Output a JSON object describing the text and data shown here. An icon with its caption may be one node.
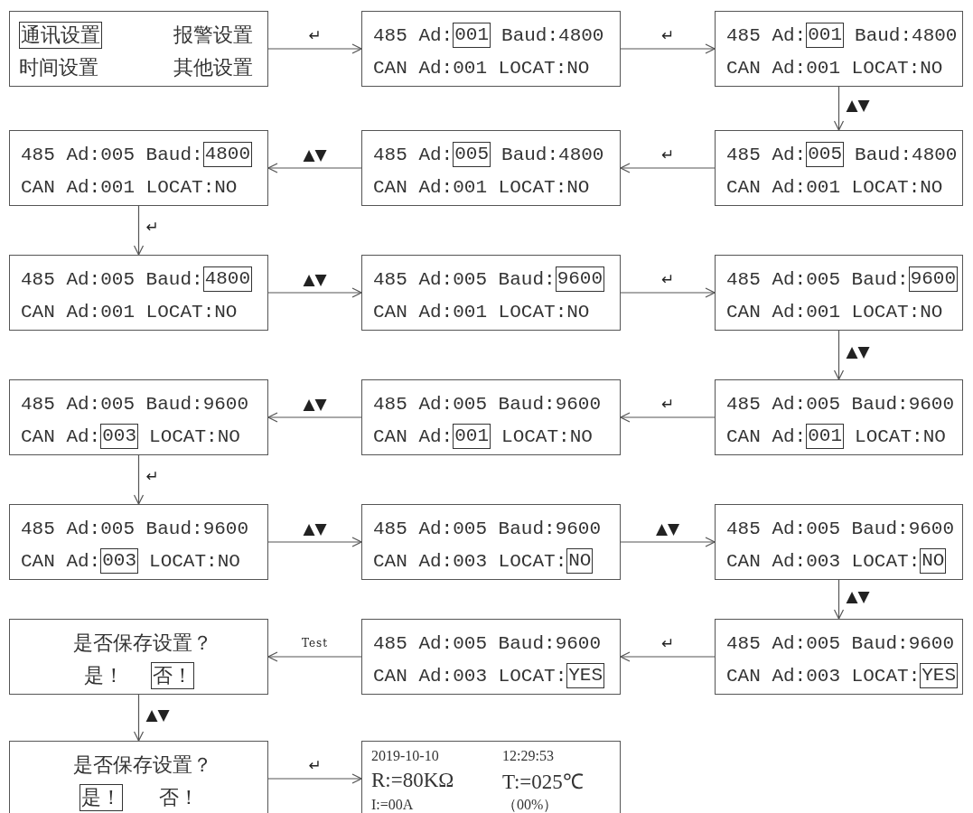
{
  "diagram": {
    "nodes": [
      {
        "text": [
          "报警设置",
          "时间设置",
          "其他设置"
        ]
      },
      {
        "text": [
          "通讯设置"
        ],
        "in": 0
      },
      {
        "text": [
          "485 Ad:",
          "Baud:4800",
          "CAN Ad:001 LOCAT:NO"
        ]
      },
      {
        "text": [
          "001"
        ],
        "in": 2
      },
      {
        "text": [
          "485 Ad:",
          "Baud:4800",
          "CAN Ad:001 LOCAT:NO"
        ]
      },
      {
        "text": [
          "001"
        ],
        "in": 4
      },
      {
        "text": [
          "485 Ad:005 Baud:",
          "CAN Ad:001 LOCAT:NO"
        ]
      },
      {
        "text": [
          "4800"
        ],
        "in": 6
      },
      {
        "text": [
          "485 Ad:",
          "Baud:4800",
          "CAN Ad:001 LOCAT:NO"
        ]
      },
      {
        "text": [
          "005"
        ],
        "in": 8
      },
      {
        "text": [
          "485 Ad:",
          "Baud:4800",
          "CAN Ad:001 LOCAT:NO"
        ]
      },
      {
        "text": [
          "005"
        ],
        "in": 10
      },
      {
        "text": [
          "485 Ad:005 Baud:",
          "CAN Ad:001 LOCAT:NO"
        ]
      },
      {
        "text": [
          "4800"
        ],
        "in": 12
      },
      {
        "text": [
          "485 Ad:005 Baud:",
          "CAN Ad:001 LOCAT:NO"
        ]
      },
      {
        "text": [
          "9600"
        ],
        "in": 14
      },
      {
        "text": [
          "485 Ad:005 Baud:",
          "CAN Ad:001 LOCAT:NO"
        ]
      },
      {
        "text": [
          "9600"
        ],
        "in": 16
      },
      {
        "text": [
          "485 Ad:005 Baud:9600",
          "CAN Ad:",
          "LOCAT:NO"
        ]
      },
      {
        "text": [
          "003"
        ],
        "in": 18
      },
      {
        "text": [
          "485 Ad:005 Baud:9600",
          "CAN Ad:",
          "LOCAT:NO"
        ]
      },
      {
        "text": [
          "001"
        ],
        "in": 20
      },
      {
        "text": [
          "485 Ad:005 Baud:9600",
          "CAN Ad:",
          "LOCAT:NO"
        ]
      },
      {
        "text": [
          "001"
        ],
        "in": 22
      },
      {
        "text": [
          "485 Ad:005 Baud:9600",
          "CAN Ad:",
          "LOCAT:NO"
        ]
      },
      {
        "text": [
          "003"
        ],
        "in": 24
      },
      {
        "text": [
          "485 Ad:005 Baud:9600",
          "CAN Ad:003 LOCAT:"
        ]
      },
      {
        "text": [
          "NO"
        ],
        "in": 26
      },
      {
        "text": [
          "485 Ad:005 Baud:9600",
          "CAN Ad:003 LOCAT:"
        ]
      },
      {
        "text": [
          "NO"
        ],
        "in": 28
      },
      {
        "text": [
          "是否保存设置？",
          "是！"
        ]
      },
      {
        "text": [
          "否！"
        ],
        "in": 30
      },
      {
        "text": [
          "485 Ad:005 Baud:9600",
          "CAN Ad:003 LOCAT:"
        ]
      },
      {
        "text": [
          "YES"
        ],
        "in": 32
      },
      {
        "text": [
          "485 Ad:005 Baud:9600",
          "CAN Ad:003 LOCAT:"
        ]
      },
      {
        "text": [
          "YES"
        ],
        "in": 34
      },
      {
        "text": [
          "是否保存设置？",
          "否！"
        ]
      },
      {
        "text": [
          "是！"
        ],
        "in": 36
      },
      {
        "text": [
          "2019-10-10",
          "12:29:53",
          "R:=80KΩ",
          "T:=025℃",
          "I:=00A",
          "（00%）"
        ]
      }
    ],
    "edges": [
      {
        "from": 0,
        "to": 2,
        "arrow": "to",
        "label": "↵"
      },
      {
        "from": 2,
        "to": 4,
        "arrow": "to",
        "label": "↵"
      },
      {
        "from": 4,
        "to": 10,
        "arrow": "to",
        "label": "▲▼"
      },
      {
        "from": 10,
        "to": 8,
        "arrow": "to",
        "label": "↵"
      },
      {
        "from": 8,
        "to": 6,
        "arrow": "to",
        "label": "▲▼"
      },
      {
        "from": 6,
        "to": 12,
        "arrow": "to",
        "label": "↵"
      },
      {
        "from": 12,
        "to": 14,
        "arrow": "to",
        "label": "▲▼"
      },
      {
        "from": 14,
        "to": 16,
        "arrow": "to",
        "label": "↵"
      },
      {
        "from": 16,
        "to": 22,
        "arrow": "to",
        "label": "▲▼"
      },
      {
        "from": 22,
        "to": 20,
        "arrow": "to",
        "label": "↵"
      },
      {
        "from": 20,
        "to": 18,
        "arrow": "to",
        "label": "▲▼"
      },
      {
        "from": 18,
        "to": 24,
        "arrow": "to",
        "label": "↵"
      },
      {
        "from": 24,
        "to": 26,
        "arrow": "to",
        "label": "▲▼"
      },
      {
        "from": 26,
        "to": 28,
        "arrow": "to",
        "label": "▲▼"
      },
      {
        "from": 28,
        "to": 34,
        "arrow": "to",
        "label": "▲▼"
      },
      {
        "from": 34,
        "to": 32,
        "arrow": "to",
        "label": "↵"
      },
      {
        "from": 32,
        "to": 30,
        "arrow": "to",
        "label": "Test"
      },
      {
        "from": 30,
        "to": 36,
        "arrow": "to",
        "label": "▲▼"
      },
      {
        "from": 36,
        "to": 38,
        "arrow": "to",
        "label": "↵"
      }
    ]
  }
}
